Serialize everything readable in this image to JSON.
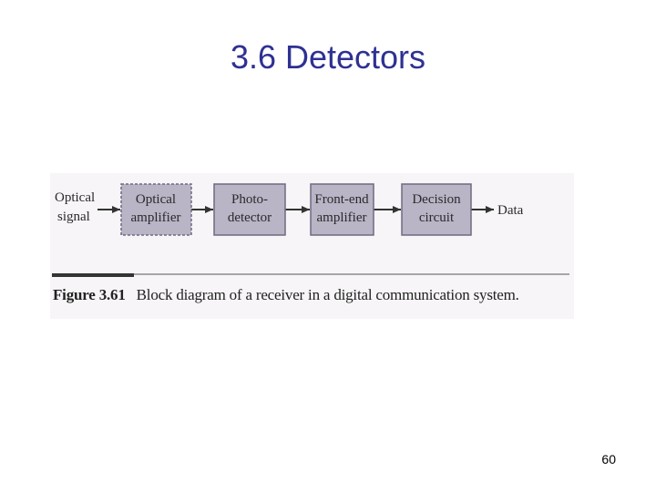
{
  "slide": {
    "title": "3.6 Detectors",
    "page_number": "60"
  },
  "figure": {
    "input_label": [
      "Optical",
      "signal"
    ],
    "blocks": [
      {
        "line1": "Optical",
        "line2": "amplifier",
        "style": "dashed"
      },
      {
        "line1": "Photo-",
        "line2": "detector",
        "style": "solid"
      },
      {
        "line1": "Front-end",
        "line2": "amplifier",
        "style": "solid"
      },
      {
        "line1": "Decision",
        "line2": "circuit",
        "style": "solid"
      }
    ],
    "output_label": "Data",
    "caption_number": "Figure 3.61",
    "caption_text": "Block diagram of a receiver in a digital communication system."
  },
  "colors": {
    "title": "#2e3192",
    "block_fill": "#b9b4c6",
    "block_border": "#6e6b80"
  }
}
